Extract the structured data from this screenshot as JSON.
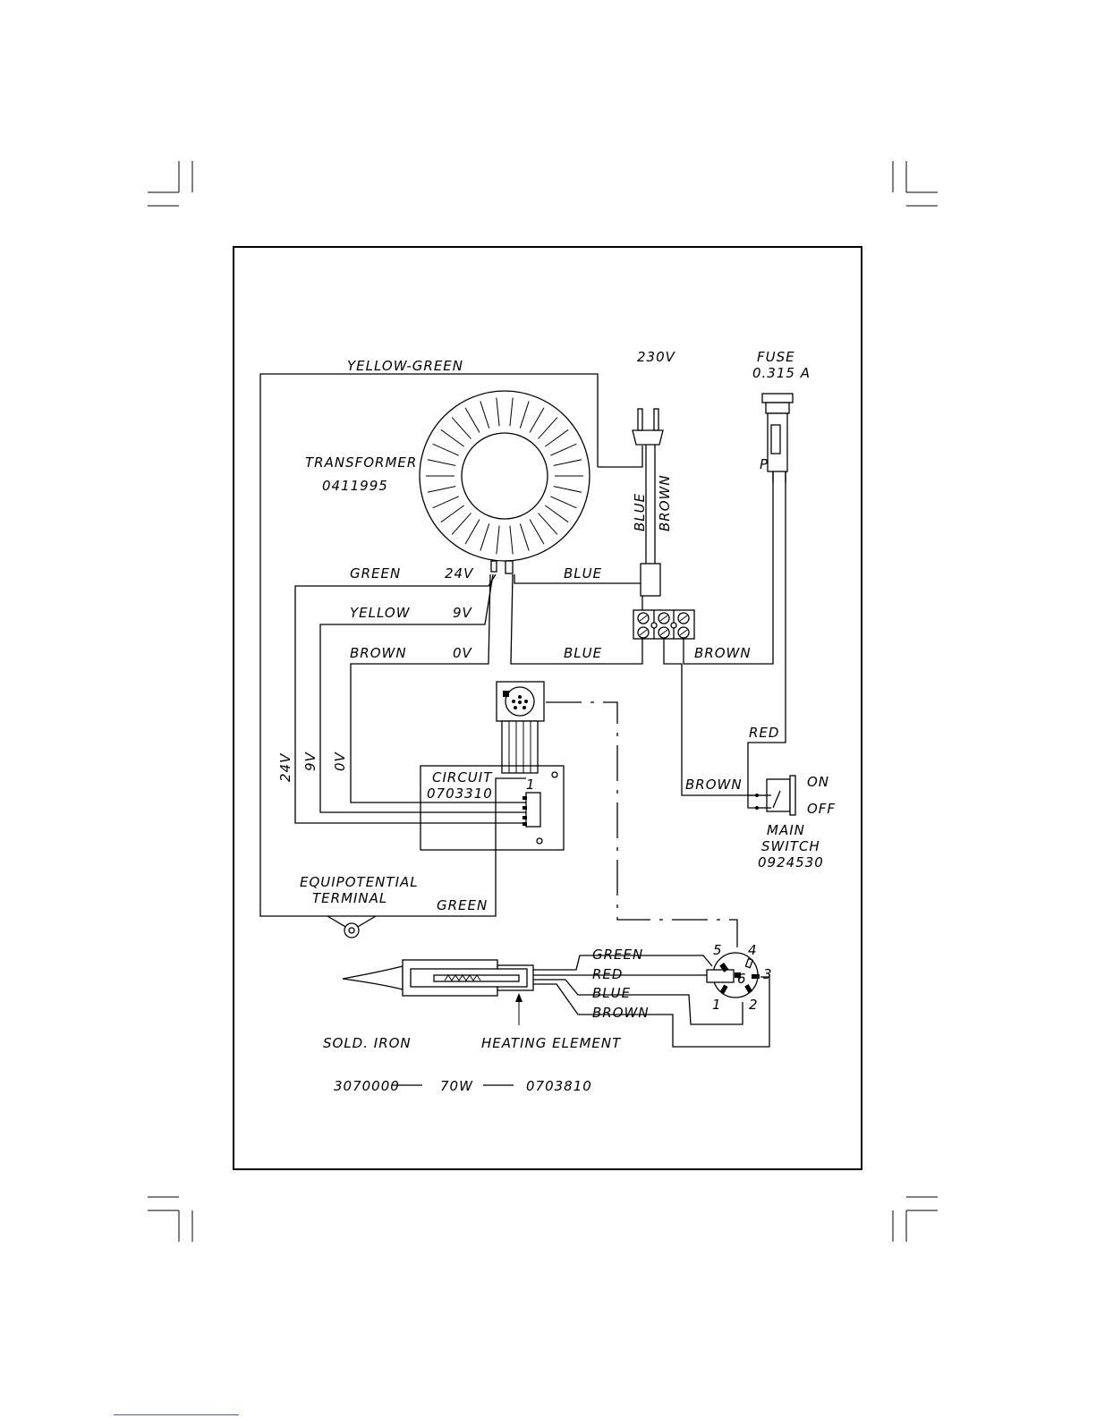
{
  "labels": {
    "yellow_green": "YELLOW-GREEN",
    "v230": "230V",
    "fuse": "FUSE",
    "fuse_rating": "0.315  A",
    "transformer": "TRANSFORMER",
    "transformer_code": "0411995",
    "fuse_p": "P",
    "plug_blue": "BLUE",
    "plug_brown": "BROWN",
    "green_top": "GREEN",
    "v24": "24V",
    "blue_top": "BLUE",
    "yellow": "YELLOW",
    "v9": "9V",
    "brown_left": "BROWN",
    "v0": "0V",
    "blue_mid": "BLUE",
    "brown_right": "BROWN",
    "red_switch": "RED",
    "v24_vert": "24V",
    "v9_vert": "9V",
    "v0_vert": "0V",
    "circuit": "CIRCUIT",
    "circuit_code": "0703310",
    "pin1": "1",
    "brown_switch": "BROWN",
    "on": "ON",
    "off": "OFF",
    "main": "MAIN",
    "switch": "SWITCH",
    "switch_code": "0924530",
    "equipotential": "EQUIPOTENTIAL",
    "terminal": "TERMINAL",
    "green_equi": "GREEN",
    "iron_green": "GREEN",
    "iron_red": "RED",
    "iron_blue": "BLUE",
    "iron_brown": "BROWN",
    "pin5": "5",
    "pin4": "4",
    "pin3": "3",
    "pin6": "6",
    "pin1b": "1",
    "pin2": "2",
    "sold_iron": "SOLD.  IRON",
    "heating_element": "HEATING  ELEMENT",
    "code_iron": "3070000",
    "code_power": "70W",
    "code_element": "0703810"
  }
}
